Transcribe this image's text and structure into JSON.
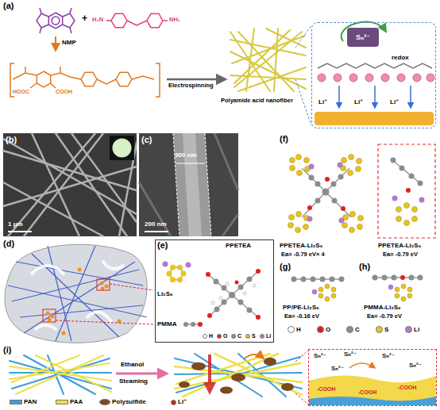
{
  "diagram": {
    "nodes": [
      {
        "text": [
          "redox",
          "Li⁺",
          "Li⁺",
          "Li⁺"
        ]
      },
      {
        "text": [
          "Sₙ²⁻"
        ],
        "in": 0
      },
      {
        "text": [
          "PPETEA",
          "Li₂S₆",
          "PMMA"
        ]
      },
      {
        "text": [
          "PPETEA-Li₂S₆",
          "Ea= -0.79 eV"
        ]
      },
      {
        "text": [
          "Sₙ²⁻",
          "Sₙ²⁻",
          "Sₙ²⁻",
          "Sₙ²⁻",
          "Sₙ²⁻",
          "-COOH",
          "-COOH",
          "-COOH"
        ]
      }
    ],
    "labels": [
      "(a)",
      "H₂N",
      "+",
      "NH₂",
      "NMP",
      "HOOC",
      "COOH",
      "Electrospinning",
      "Polyamide acid nanofiber",
      "(b)",
      "1 μm",
      "(c)",
      "300 nm",
      "200 nm",
      "(d)",
      "(e)",
      "(f)",
      "PPETEA-Li₂S₆",
      "Ea= -0.79 eV× 4",
      "(g)",
      "PP/PE-Li₂S₆",
      "Ea= -0.16 eV",
      "(h)",
      "PMMA-Li₂S₆",
      "Ea= -0.79 eV",
      "(i)",
      "Ethanol",
      "Steaming"
    ],
    "legend": [
      {
        "text": "H",
        "color": "#ffffff"
      },
      {
        "text": "O",
        "color": "#e02020"
      },
      {
        "text": "C",
        "color": "#8c8c8c"
      },
      {
        "text": "S",
        "color": "#e8c420"
      },
      {
        "text": "Li",
        "color": "#b07ad0"
      },
      {
        "text": "H",
        "color": "#ffffff"
      },
      {
        "text": "O",
        "color": "#e02020"
      },
      {
        "text": "C",
        "color": "#8c8c8c"
      },
      {
        "text": "S",
        "color": "#e8c420"
      },
      {
        "text": "Li",
        "color": "#b07ad0"
      },
      {
        "text": "PAN",
        "color": "#3a9fd8"
      },
      {
        "text": "PAA",
        "color": "#f0e040"
      },
      {
        "text": "Polysulfide",
        "color": "#7b4a1e"
      },
      {
        "text": "Li⁺",
        "color": "#d42020"
      }
    ]
  }
}
